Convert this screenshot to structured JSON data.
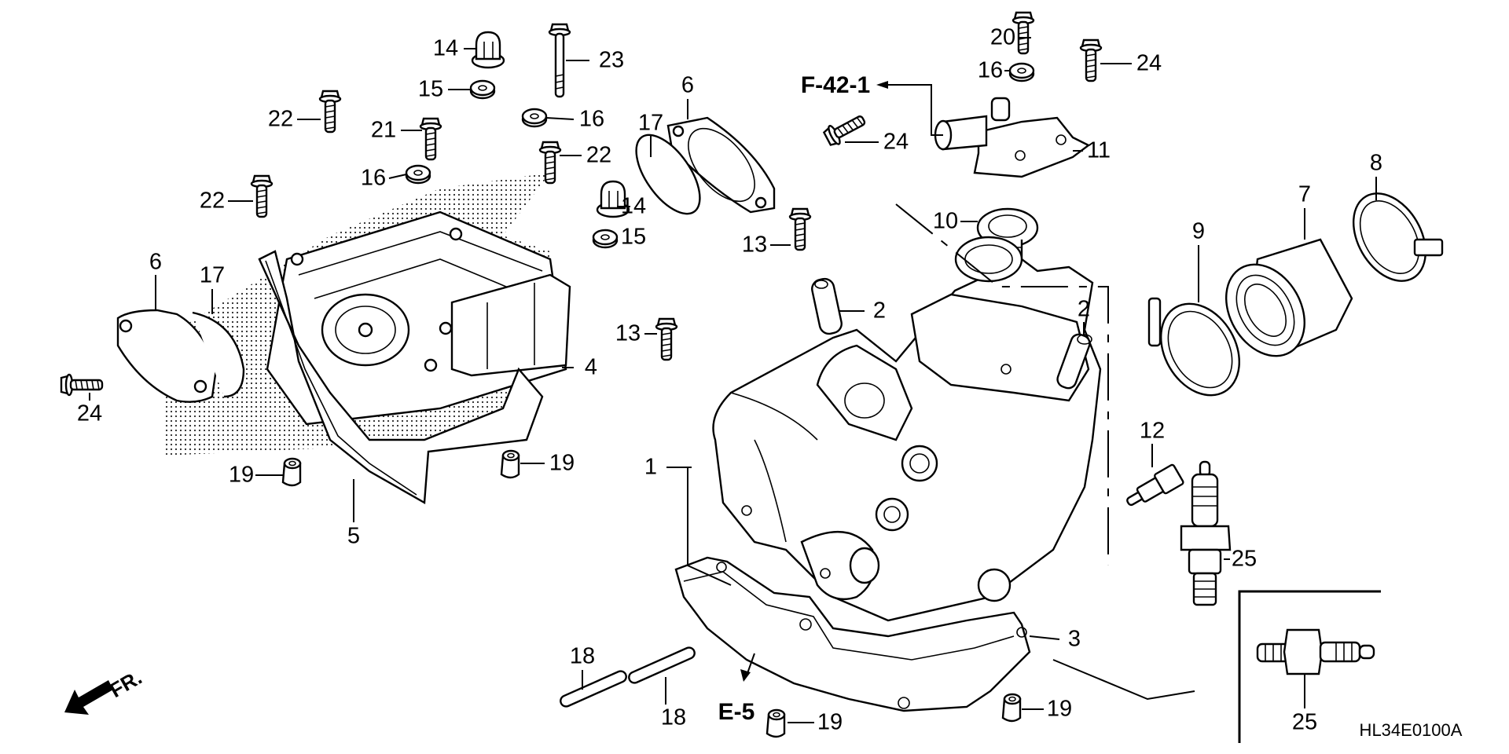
{
  "diagram": {
    "type": "exploded-parts-diagram",
    "subject": "Cylinder head assembly",
    "drawing_code": "HL34E0100A",
    "direction_indicator": "FR.",
    "cross_references": [
      "F-42-1",
      "E-5"
    ],
    "callouts": [
      {
        "id": "c14a",
        "label": "14"
      },
      {
        "id": "c23",
        "label": "23"
      },
      {
        "id": "c15a",
        "label": "15"
      },
      {
        "id": "c16a",
        "label": "16"
      },
      {
        "id": "c22a",
        "label": "22"
      },
      {
        "id": "c21",
        "label": "21"
      },
      {
        "id": "c22b",
        "label": "22"
      },
      {
        "id": "c16b",
        "label": "16"
      },
      {
        "id": "c14b",
        "label": "14"
      },
      {
        "id": "c15b",
        "label": "15"
      },
      {
        "id": "c22c",
        "label": "22"
      },
      {
        "id": "c6a",
        "label": "6"
      },
      {
        "id": "c17a",
        "label": "17"
      },
      {
        "id": "c24a",
        "label": "24"
      },
      {
        "id": "c19a",
        "label": "19"
      },
      {
        "id": "c19b",
        "label": "19"
      },
      {
        "id": "c5",
        "label": "5"
      },
      {
        "id": "c4",
        "label": "4"
      },
      {
        "id": "c6b",
        "label": "6"
      },
      {
        "id": "c17b",
        "label": "17"
      },
      {
        "id": "c24b",
        "label": "24"
      },
      {
        "id": "c20",
        "label": "20"
      },
      {
        "id": "c16c",
        "label": "16"
      },
      {
        "id": "c24c",
        "label": "24"
      },
      {
        "id": "c11",
        "label": "11"
      },
      {
        "id": "c10",
        "label": "10"
      },
      {
        "id": "c13a",
        "label": "13"
      },
      {
        "id": "c13b",
        "label": "13"
      },
      {
        "id": "c2a",
        "label": "2"
      },
      {
        "id": "c2b",
        "label": "2"
      },
      {
        "id": "c7",
        "label": "7"
      },
      {
        "id": "c8",
        "label": "8"
      },
      {
        "id": "c9",
        "label": "9"
      },
      {
        "id": "c1",
        "label": "1"
      },
      {
        "id": "c12",
        "label": "12"
      },
      {
        "id": "c25a",
        "label": "25"
      },
      {
        "id": "c3",
        "label": "3"
      },
      {
        "id": "c18a",
        "label": "18"
      },
      {
        "id": "c18b",
        "label": "18"
      },
      {
        "id": "c19c",
        "label": "19"
      },
      {
        "id": "c19d",
        "label": "19"
      },
      {
        "id": "c25b",
        "label": "25"
      }
    ],
    "parts": [
      {
        "number": "1",
        "name": "cylinder-head"
      },
      {
        "number": "2",
        "name": "valve-guide"
      },
      {
        "number": "3",
        "name": "cylinder-head-gasket"
      },
      {
        "number": "4",
        "name": "cylinder-head-cover"
      },
      {
        "number": "5",
        "name": "head-cover-gasket"
      },
      {
        "number": "6",
        "name": "cover-plate"
      },
      {
        "number": "7",
        "name": "insulator"
      },
      {
        "number": "8",
        "name": "band"
      },
      {
        "number": "9",
        "name": "band"
      },
      {
        "number": "10",
        "name": "thermostat"
      },
      {
        "number": "11",
        "name": "thermostat-cover"
      },
      {
        "number": "12",
        "name": "sensor"
      },
      {
        "number": "13",
        "name": "bolt"
      },
      {
        "number": "14",
        "name": "cap-nut"
      },
      {
        "number": "15",
        "name": "rubber-washer"
      },
      {
        "number": "16",
        "name": "sealing-washer"
      },
      {
        "number": "17",
        "name": "o-ring"
      },
      {
        "number": "18",
        "name": "stud-bolt"
      },
      {
        "number": "19",
        "name": "dowel-pin"
      },
      {
        "number": "20",
        "name": "bolt"
      },
      {
        "number": "21",
        "name": "bolt"
      },
      {
        "number": "22",
        "name": "bolt"
      },
      {
        "number": "23",
        "name": "bolt"
      },
      {
        "number": "24",
        "name": "flange-bolt"
      },
      {
        "number": "25",
        "name": "spark-plug"
      }
    ]
  }
}
